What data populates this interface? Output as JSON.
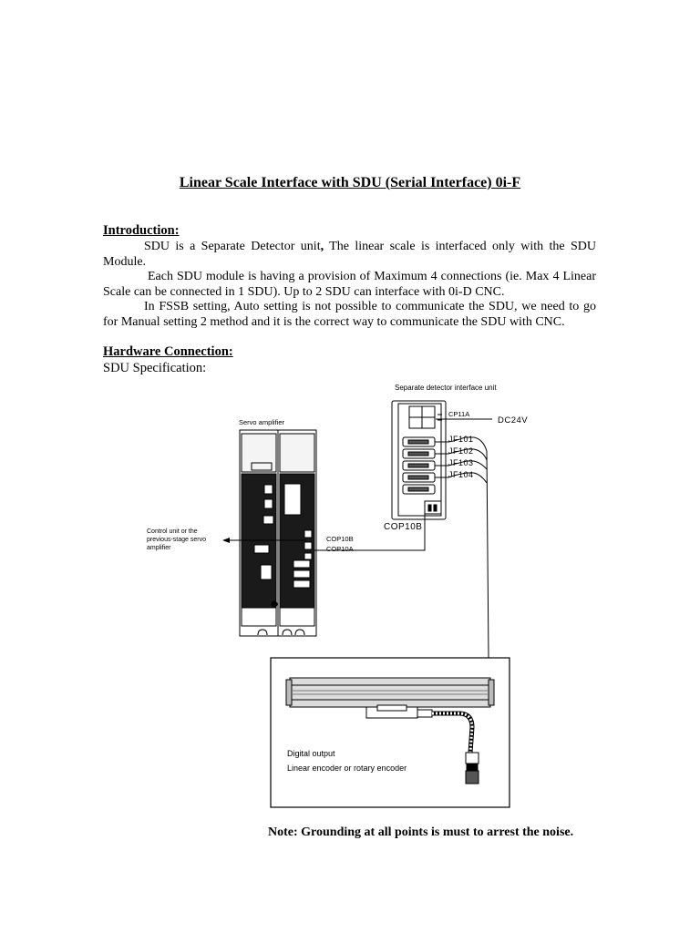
{
  "title": "Linear Scale Interface with SDU (Serial Interface) 0i-F",
  "introduction": {
    "heading": "Introduction:",
    "p1": {
      "indent": "SDU is a Separate Detector unit",
      "bold": ",",
      "rest": " The linear scale is interfaced only with the SDU Module."
    },
    "p2": "Each SDU module is having a provision of Maximum 4 connections (ie. Max 4 Linear Scale can be connected in 1 SDU). Up to 2 SDU can interface with 0i-D CNC.",
    "p3": "In FSSB setting, Auto setting is not possible to communicate the SDU, we need to go for Manual setting 2 method and it is the correct way to communicate the SDU with CNC."
  },
  "hardware": {
    "heading": "Hardware Connection:",
    "spec_label": "SDU Specification:"
  },
  "diagram": {
    "sdu_label": "Separate detector interface unit",
    "cp11a": "CP11A",
    "dc24v": "DC24V",
    "jf101": "JF101",
    "jf102": "JF102",
    "jf103": "JF103",
    "jf104": "JF104",
    "cop10b_sdu": "COP10B",
    "servo_label": "Servo amplifier",
    "control_line1": "Control unit or the",
    "control_line2": "previous-stage servo",
    "control_line3": "amplifier",
    "cop10b": "COP10B",
    "cop10a": "COP10A",
    "digital_output": "Digital output",
    "encoder_label": "Linear encoder or rotary encoder"
  },
  "note": "Note: Grounding at all points is must to arrest the noise."
}
